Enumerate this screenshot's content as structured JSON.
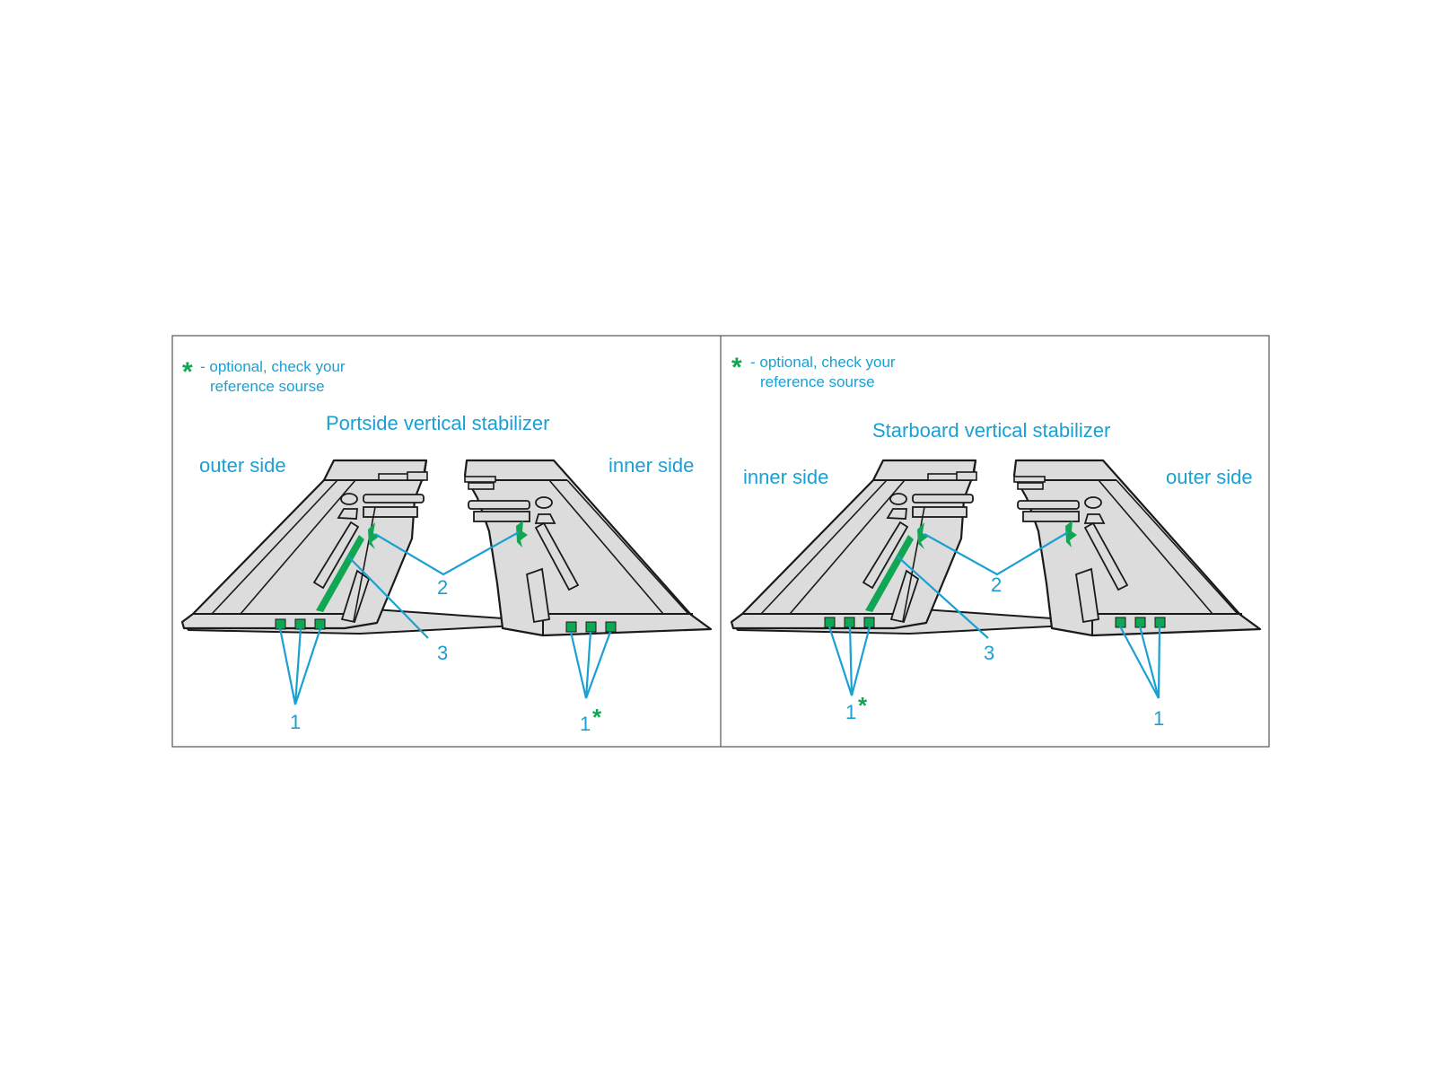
{
  "colors": {
    "label": "#1aa0d2",
    "accent": "#0fa654",
    "outline": "#1a1a1a",
    "fill": "#dcdcdc",
    "frame": "#555555"
  },
  "panels": [
    {
      "note_star": "*",
      "note_line1": "- optional, check your",
      "note_line2": "reference sourse",
      "title": "Portside vertical stabilizer",
      "left_view_label": "outer side",
      "right_view_label": "inner side",
      "callout_1_left": "1",
      "callout_1_right": "1",
      "callout_1_right_star": "*",
      "callout_2": "2",
      "callout_3": "3"
    },
    {
      "note_star": "*",
      "note_line1": "- optional, check your",
      "note_line2": "reference sourse",
      "title": "Starboard vertical stabilizer",
      "left_view_label": "inner side",
      "right_view_label": "outer side",
      "callout_1_left": "1",
      "callout_1_left_star": "*",
      "callout_1_right": "1",
      "callout_2": "2",
      "callout_3": "3"
    }
  ]
}
